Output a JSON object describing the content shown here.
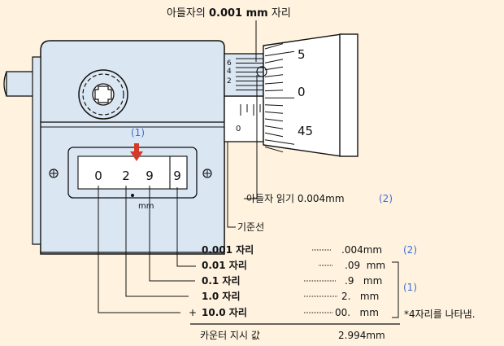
{
  "top_label": {
    "prefix": "아들자의 ",
    "value": "0.001 mm",
    "suffix": " 자리"
  },
  "reading_label": {
    "text": "아들자 읽기 0.004mm",
    "ref": "(2)"
  },
  "baseline_label": "기준선",
  "marker_ref": "(1)",
  "counter_digits": [
    "0",
    "2",
    "9",
    "9"
  ],
  "counter_unit": "mm",
  "thimble_numbers": [
    "5",
    "0",
    "45"
  ],
  "vernier_numbers": [
    "6",
    "4",
    "2"
  ],
  "sleeve_zero": "0",
  "rows": [
    {
      "label": "0.001 자리",
      "value": ".004mm",
      "ref": "(2)"
    },
    {
      "label": "0.01 자리",
      "value": ".09  mm"
    },
    {
      "label": "0.1 자리",
      "value": ".9   mm"
    },
    {
      "label": "1.0 자리",
      "value": "2.   mm"
    },
    {
      "label": "10.0 자리",
      "value": "00.   mm",
      "prefix": "+"
    }
  ],
  "group_ref": "(1)",
  "group_note": "*4자리를 나타냄.",
  "total": {
    "label": "카운터 지시 값",
    "value": "2.994mm"
  },
  "colors": {
    "background": "#fff3e0",
    "body": "#dbe6f3",
    "thimble": "#ffffff",
    "accent": "#3a6fd8",
    "arrow": "#d43a2a"
  }
}
